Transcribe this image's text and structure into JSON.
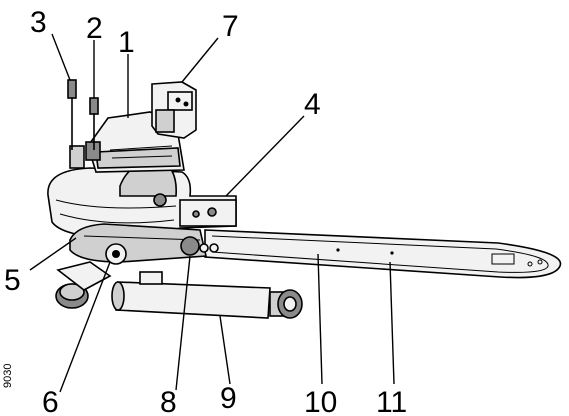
{
  "colors": {
    "ink": "#000000",
    "light_part": "#f2f2f2",
    "mid_part": "#d0d0d0",
    "dark_part": "#8a8a8a",
    "background": "#ffffff"
  },
  "side_code": "9030",
  "callouts": [
    {
      "id": "c3",
      "text": "3"
    },
    {
      "id": "c2",
      "text": "2"
    },
    {
      "id": "c1",
      "text": "1"
    },
    {
      "id": "c7",
      "text": "7"
    },
    {
      "id": "c4",
      "text": "4"
    },
    {
      "id": "c5",
      "text": "5"
    },
    {
      "id": "c6",
      "text": "6"
    },
    {
      "id": "c8",
      "text": "8"
    },
    {
      "id": "c9",
      "text": "9"
    },
    {
      "id": "c10",
      "text": "10"
    },
    {
      "id": "c11",
      "text": "11"
    }
  ]
}
